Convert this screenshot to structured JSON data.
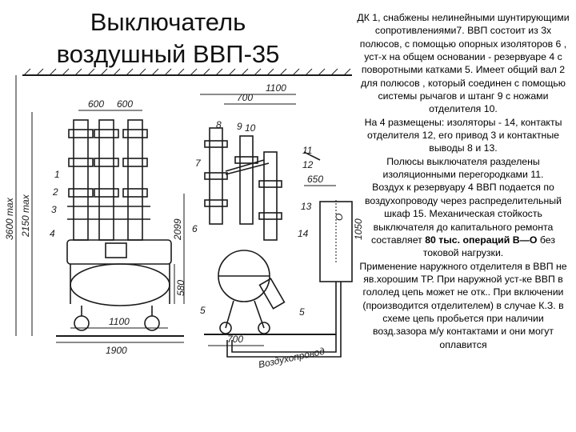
{
  "title": {
    "line1": "Выключатель",
    "line2": "воздушный ВВП-35"
  },
  "drawing": {
    "dimensions": {
      "d1100_top": "1100",
      "d600a": "600",
      "d600b": "600",
      "d700": "700",
      "d650": "650",
      "d1050": "1050",
      "d2099": "2099",
      "d580": "580",
      "d1100_bottom": "1100",
      "d1900": "1900",
      "d700_bottom": "700",
      "h3600": "3600 max",
      "h2150": "2150 max"
    },
    "callouts": [
      "1",
      "2",
      "3",
      "4",
      "5",
      "6",
      "7",
      "8",
      "9",
      "10",
      "11",
      "12",
      "13",
      "14",
      "5"
    ],
    "cabinet_letter": "О",
    "air_pipe_label": "Воздухопровод"
  },
  "body": {
    "p1": "ДК 1, снабжены нелинейными шунтирующими сопротивлениями7. ВВП состоит из 3х полюсов, с помощью опорных изоляторов 6 , уст-х на общем основании - резервуаре  4 с поворотными катками 5. Имеет общий вал 2 для полюсов , который соединен с помощью системы рычагов и штанг 9 с ножами отделителя 10.",
    "p2": "На  4 размещены:  изоляторы - 14, контакты отделителя 12, его привод 3 и контактные выводы 8 и 13.",
    "p3": "Полюсы выключателя разделены изоляционными перегородками 11.",
    "p4a": "Воздух к резервуару 4 ВВП подается по воздухопроводу через распределительный шкаф 15. Механическая стойкость выключателя до капитального ремонта составляет ",
    "p4b": "80 тыс. операций В—О",
    "p4c": " без токовой нагрузки.",
    "p5": "Применение наружного отделителя в ВВП не яв.хорошим ТР. При наружной уст-ке ВВП в гололед цепь может не отк.. При включении (производится отделителем) в случае К.З. в схеме цепь пробьется при наличии возд.зазора м/у контактами и они могут оплавится"
  }
}
